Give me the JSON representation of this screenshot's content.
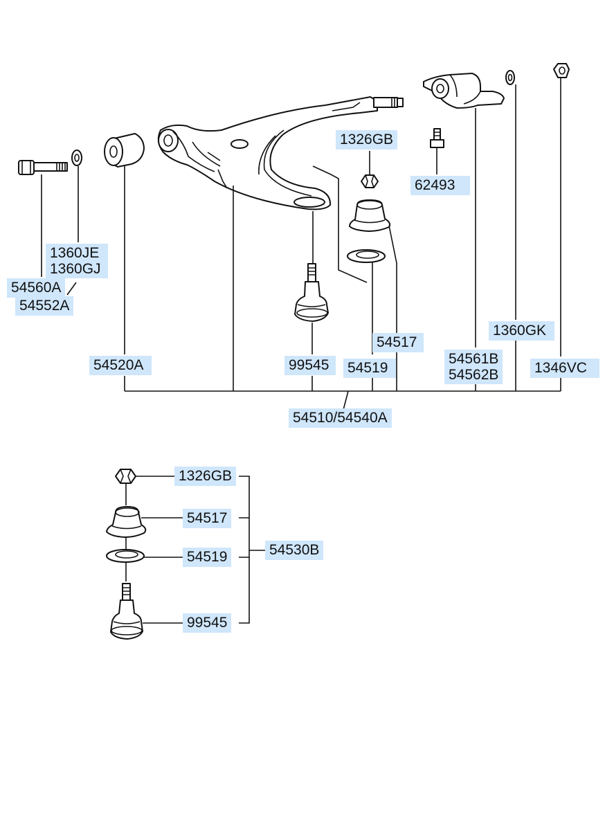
{
  "upper_assembly": {
    "bolt_label": "54560A",
    "bolt_label_alt": "54552A",
    "washer_label": "1360JE",
    "washer_label_alt": "1360GJ",
    "bushing_label": "54520A",
    "balljoint_label": "99545",
    "nut_label": "1326GB",
    "boot_label": "54517",
    "ring_label": "54519",
    "screw_label": "62493",
    "bracket_label": "54561B",
    "bracket_label_alt": "54562B",
    "washer2_label": "1360GK",
    "nut2_label": "1346VC",
    "arm_label": "54510",
    "arm_label_alt": "54540A"
  },
  "kit_assembly": {
    "nut_label": "1326GB",
    "boot_label": "54517",
    "ring_label": "54519",
    "balljoint_label": "99545",
    "kit_label": "54530B"
  },
  "colors": {
    "label_bg": "#cfe6fb",
    "line": "#111111"
  }
}
